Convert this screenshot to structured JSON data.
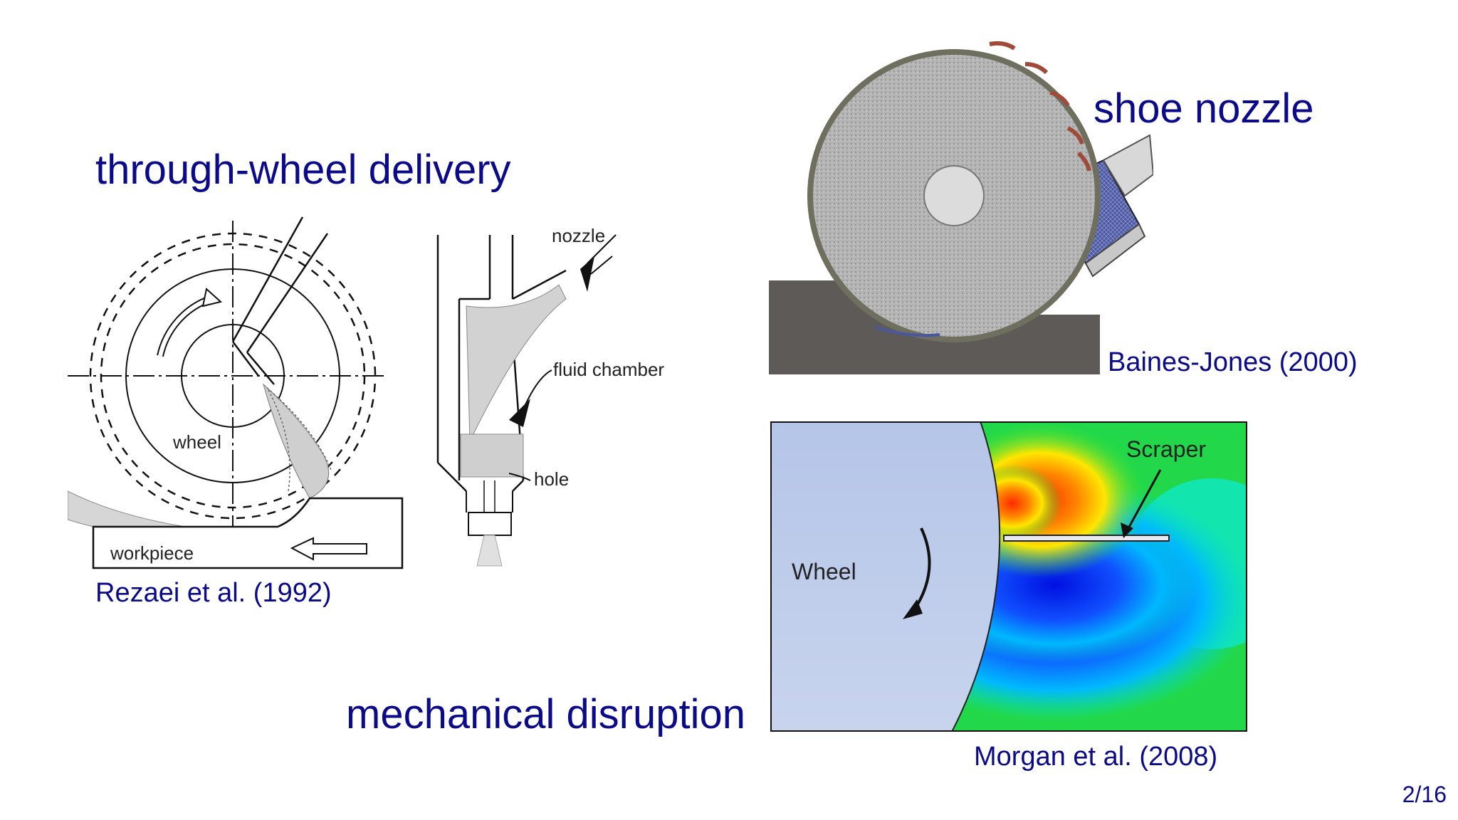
{
  "slide": {
    "page_number": "2/16"
  },
  "through_wheel": {
    "heading": "through-wheel delivery",
    "citation": "Rezaei et al. (1992)",
    "labels": {
      "nozzle": "nozzle",
      "fluid_chamber": "fluid chamber",
      "hole": "hole",
      "wheel": "wheel",
      "workpiece": "workpiece"
    }
  },
  "shoe_nozzle": {
    "heading": "shoe nozzle",
    "citation": "Baines-Jones (2000)"
  },
  "mechanical": {
    "heading": "mechanical disruption",
    "citation": "Morgan et al. (2008)",
    "labels": {
      "wheel": "Wheel",
      "scraper": "Scraper"
    }
  },
  "colors": {
    "heading_text": "#0b0b8a",
    "workpiece_fill": "#5e5a58",
    "wheel_fill": "#b4b4b4",
    "shoe_fill": "#4a56a0",
    "sim_wheel": "#b5c5e8"
  }
}
